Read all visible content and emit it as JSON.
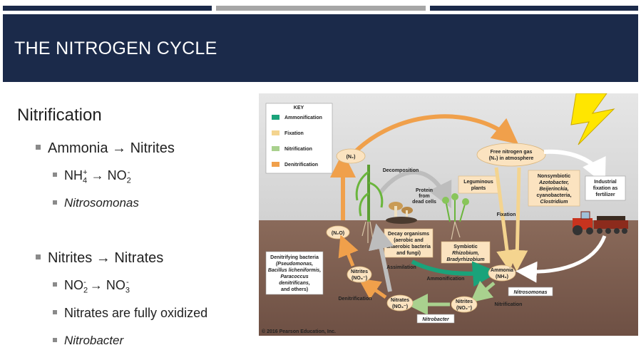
{
  "slide": {
    "title": "THE NITROGEN CYCLE",
    "heading": "Nitrification",
    "sections": [
      {
        "main": "Ammonia → Nitrites",
        "formula": {
          "a": "NH",
          "a_sub": "4",
          "a_sup": "+",
          "arrow": "→",
          "b": "NO",
          "b_sub": "2",
          "b_sup": "-"
        },
        "organism": "Nitrosomonas"
      },
      {
        "main": "Nitrites → Nitrates",
        "formula": {
          "a": "NO",
          "a_sub": "2",
          "a_sup": "-",
          "arrow": "→",
          "b": "NO",
          "b_sub": "3",
          "b_sup": "-"
        },
        "note": "Nitrates are fully oxidized",
        "organism": "Nitrobacter"
      }
    ]
  },
  "diagram": {
    "key": {
      "title": "KEY",
      "items": [
        {
          "label": "Ammonification",
          "color": "#1aa37a"
        },
        {
          "label": "Fixation",
          "color": "#f4d48f"
        },
        {
          "label": "Nitrification",
          "color": "#a9d18e"
        },
        {
          "label": "Denitrification",
          "color": "#f0a04b"
        }
      ]
    },
    "labels": {
      "n2": "(N₂)",
      "free_nitrogen_1": "Free nitrogen gas",
      "free_nitrogen_2": "(N₂) in atmosphere",
      "decomposition": "Decomposition",
      "protein_1": "Protein",
      "protein_2": "from",
      "protein_3": "dead cells",
      "leguminous_1": "Leguminous",
      "leguminous_2": "plants",
      "nonsym_1": "Nonsymbiotic",
      "nonsym_2": "Azotobacter,",
      "nonsym_3": "Beijerinckia,",
      "nonsym_4": "cyanobacteria,",
      "nonsym_5": "Clostridium",
      "industrial_1": "Industrial",
      "industrial_2": "fixation as",
      "industrial_3": "fertilizer",
      "fixation": "Fixation",
      "n2o": "(N₂O)",
      "decay_1": "Decay organisms",
      "decay_2": "(aerobic and",
      "decay_3": "anaerobic bacteria",
      "decay_4": "and fungi)",
      "symbiotic_1": "Symbiotic",
      "symbiotic_2": "Rhizobium,",
      "symbiotic_3": "Bradyrhizobium",
      "denit_bact_1": "Denitrifying bacteria",
      "denit_bact_2": "(Pseudomonas,",
      "denit_bact_3": "Bacillus licheniformis,",
      "denit_bact_4": "Paracoccus",
      "denit_bact_5": "denitrificans,",
      "denit_bact_6": "and others)",
      "assimilation": "Assimilation",
      "nitrites_left_1": "Nitrites",
      "nitrites_left_2": "(NO₃⁻)",
      "ammonification": "Ammonification",
      "ammonia_1": "Ammonia",
      "ammonia_2": "(NH₃)",
      "nitrosomonas": "Nitrosomonas",
      "denitrification": "Denitrification",
      "nitrates_1": "Nitrates",
      "nitrates_2": "(NO₃⁻)",
      "nitrites_1": "Nitrites",
      "nitrites_2": "(NO₂⁻)",
      "nitrification": "Nitrification",
      "nitrobacter": "Nitrobacter",
      "copyright": "© 2016 Pearson Education, Inc."
    }
  }
}
